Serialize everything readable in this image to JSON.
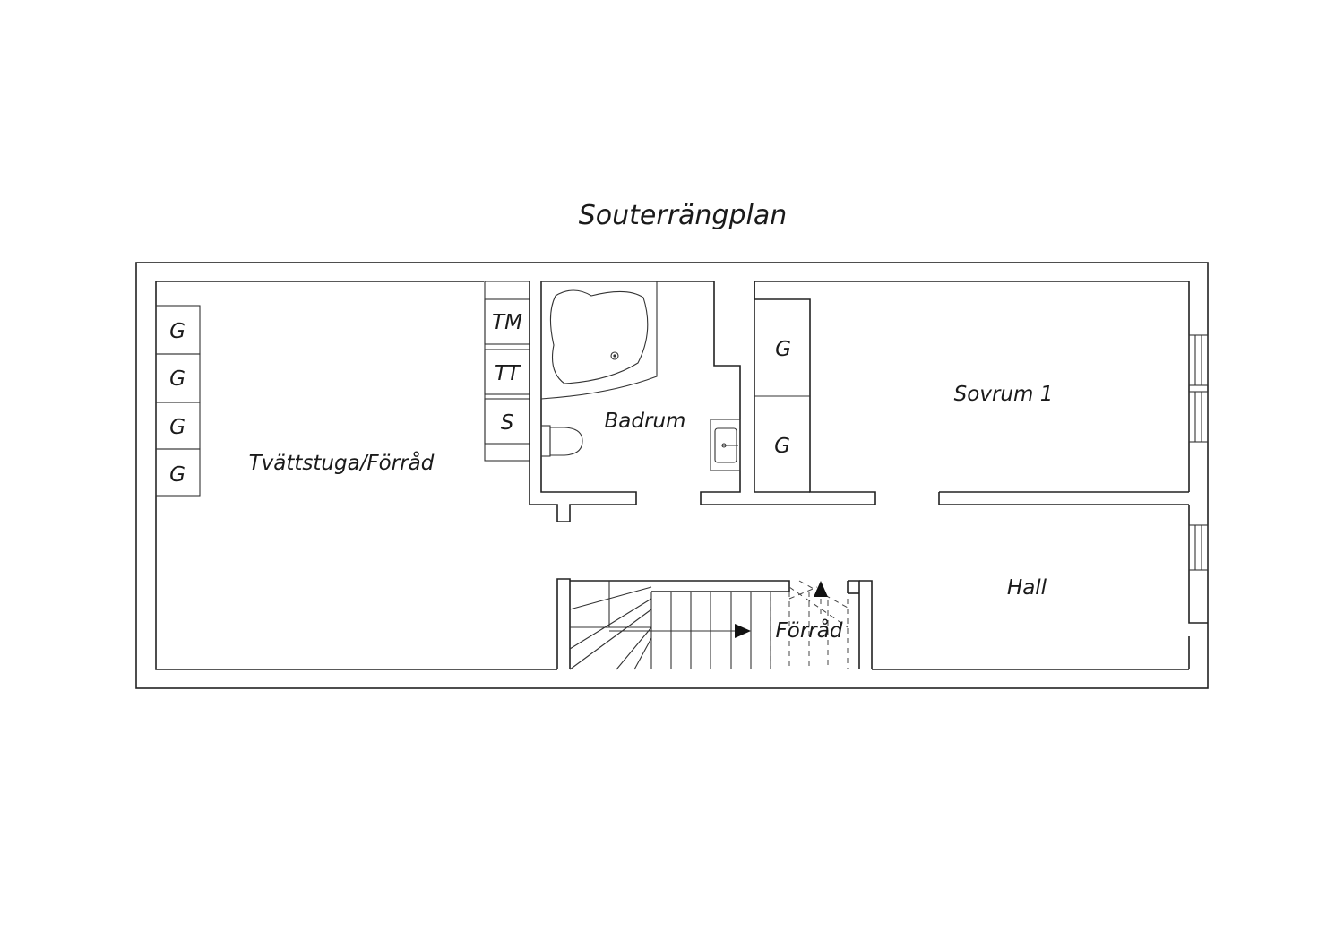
{
  "plan": {
    "title": "Souterrängplan",
    "rooms": {
      "laundry": "Tvättstuga/Förråd",
      "bathroom": "Badrum",
      "bedroom": "Sovrum 1",
      "hall": "Hall",
      "storage": "Förråd"
    },
    "fixtures": {
      "wardrobe": "G",
      "washer": "TM",
      "dryer": "TT",
      "cabinet": "S"
    }
  }
}
